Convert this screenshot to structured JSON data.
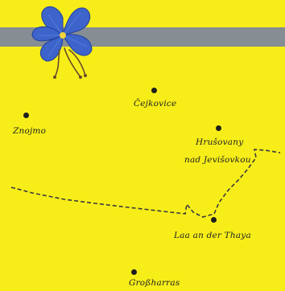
{
  "places": {
    "znojmo": "Znojmo",
    "cejkovice": "Čejkovice",
    "hrusovany_line1": "Hrušovany",
    "hrusovany_line2": "nad Jevišovkou",
    "laa": "Laa an der Thaya",
    "grosharras": "Großharras"
  },
  "colors": {
    "background": "#f7ee19",
    "band": "#868d93",
    "flower_petals": "#3d64ca",
    "border_line": "#3a3a3a"
  },
  "icons": {
    "flower": "blue-flower-icon",
    "place_marker": "dot-icon"
  }
}
